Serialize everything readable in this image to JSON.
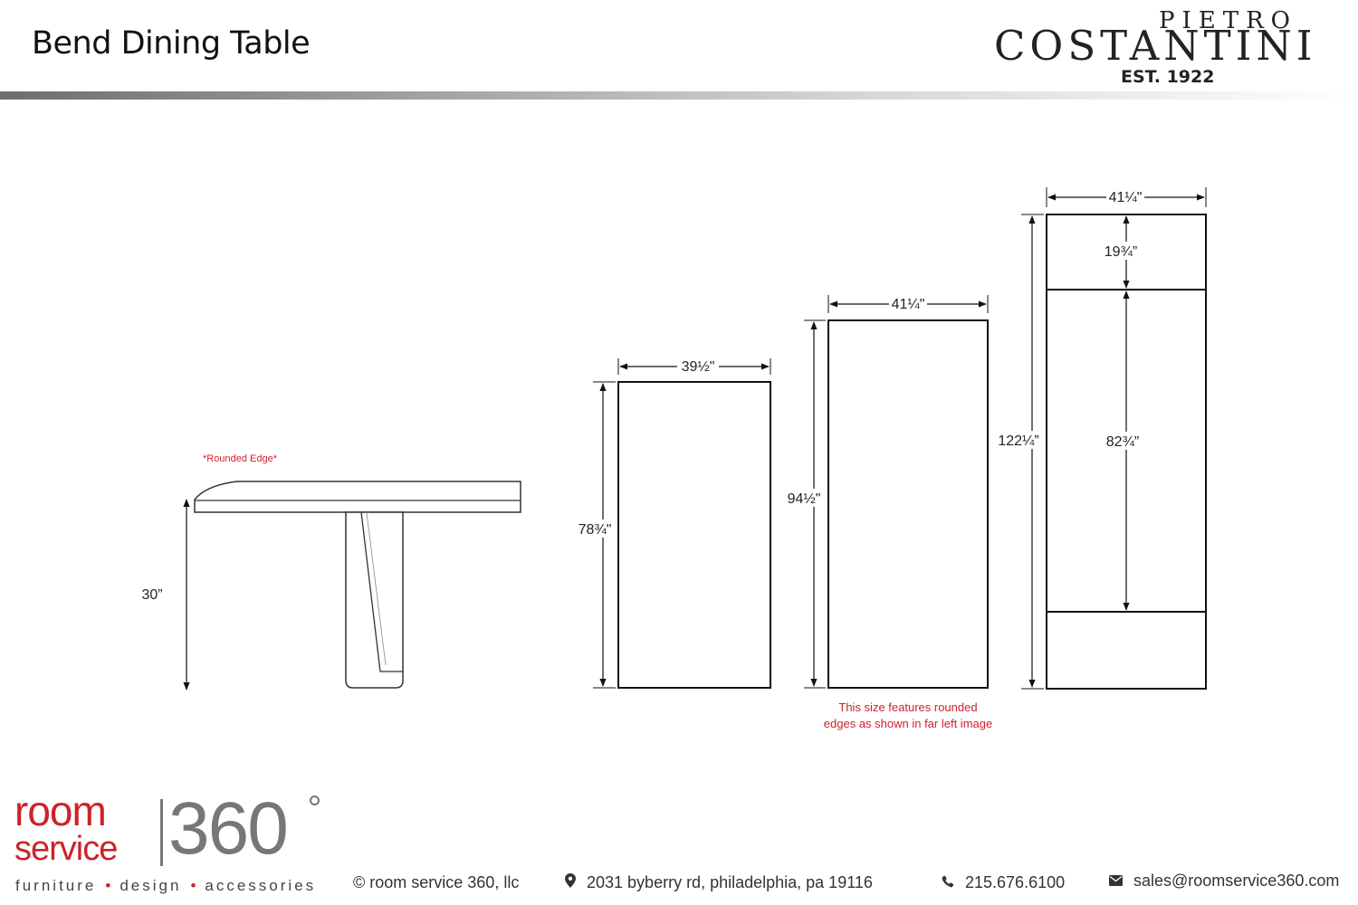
{
  "header": {
    "title": "Bend Dining Table",
    "brand": {
      "line1": "PIETRO",
      "line2": "COSTANTINI",
      "line3": "EST. 1922"
    }
  },
  "side_view": {
    "height": "30”",
    "note": "*Rounded Edge*"
  },
  "top_views": [
    {
      "width": "39½\"",
      "length": "78¾\""
    },
    {
      "width": "41¼\"",
      "length": "94½\"",
      "note_line1": "This size features rounded",
      "note_line2": "edges as shown in far left image"
    },
    {
      "width": "41¼\"",
      "length": "122¼”",
      "leaf": "19¾”",
      "inner": "82¾”"
    }
  ],
  "colors": {
    "note_red": "#d0202a",
    "logo_red": "#cc2229",
    "logo_gray": "#777777"
  },
  "footer": {
    "logo": {
      "word1": "room",
      "word2": "service",
      "number": "360",
      "tag1": "furniture",
      "tag2": "design",
      "tag3": "accessories",
      "separator": "•"
    },
    "copyright": "© room service 360, llc",
    "address": "2031 byberry rd, philadelphia, pa 19116",
    "phone": "215.676.6100",
    "email": "sales@roomservice360.com",
    "icons": [
      "location-pin-icon",
      "phone-icon",
      "envelope-icon"
    ]
  }
}
